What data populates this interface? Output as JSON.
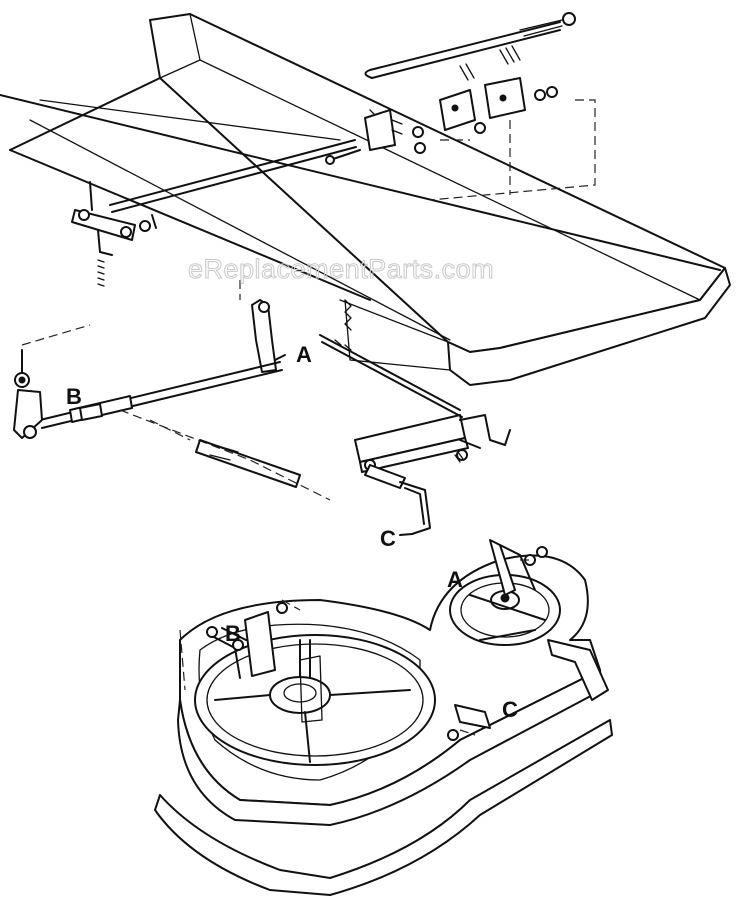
{
  "watermark": "eReplacementParts.com",
  "labels": {
    "a_upper": "A",
    "b_upper": "B",
    "c_upper": "C",
    "a_lower": "A",
    "b_lower": "B",
    "c_lower": "C"
  }
}
